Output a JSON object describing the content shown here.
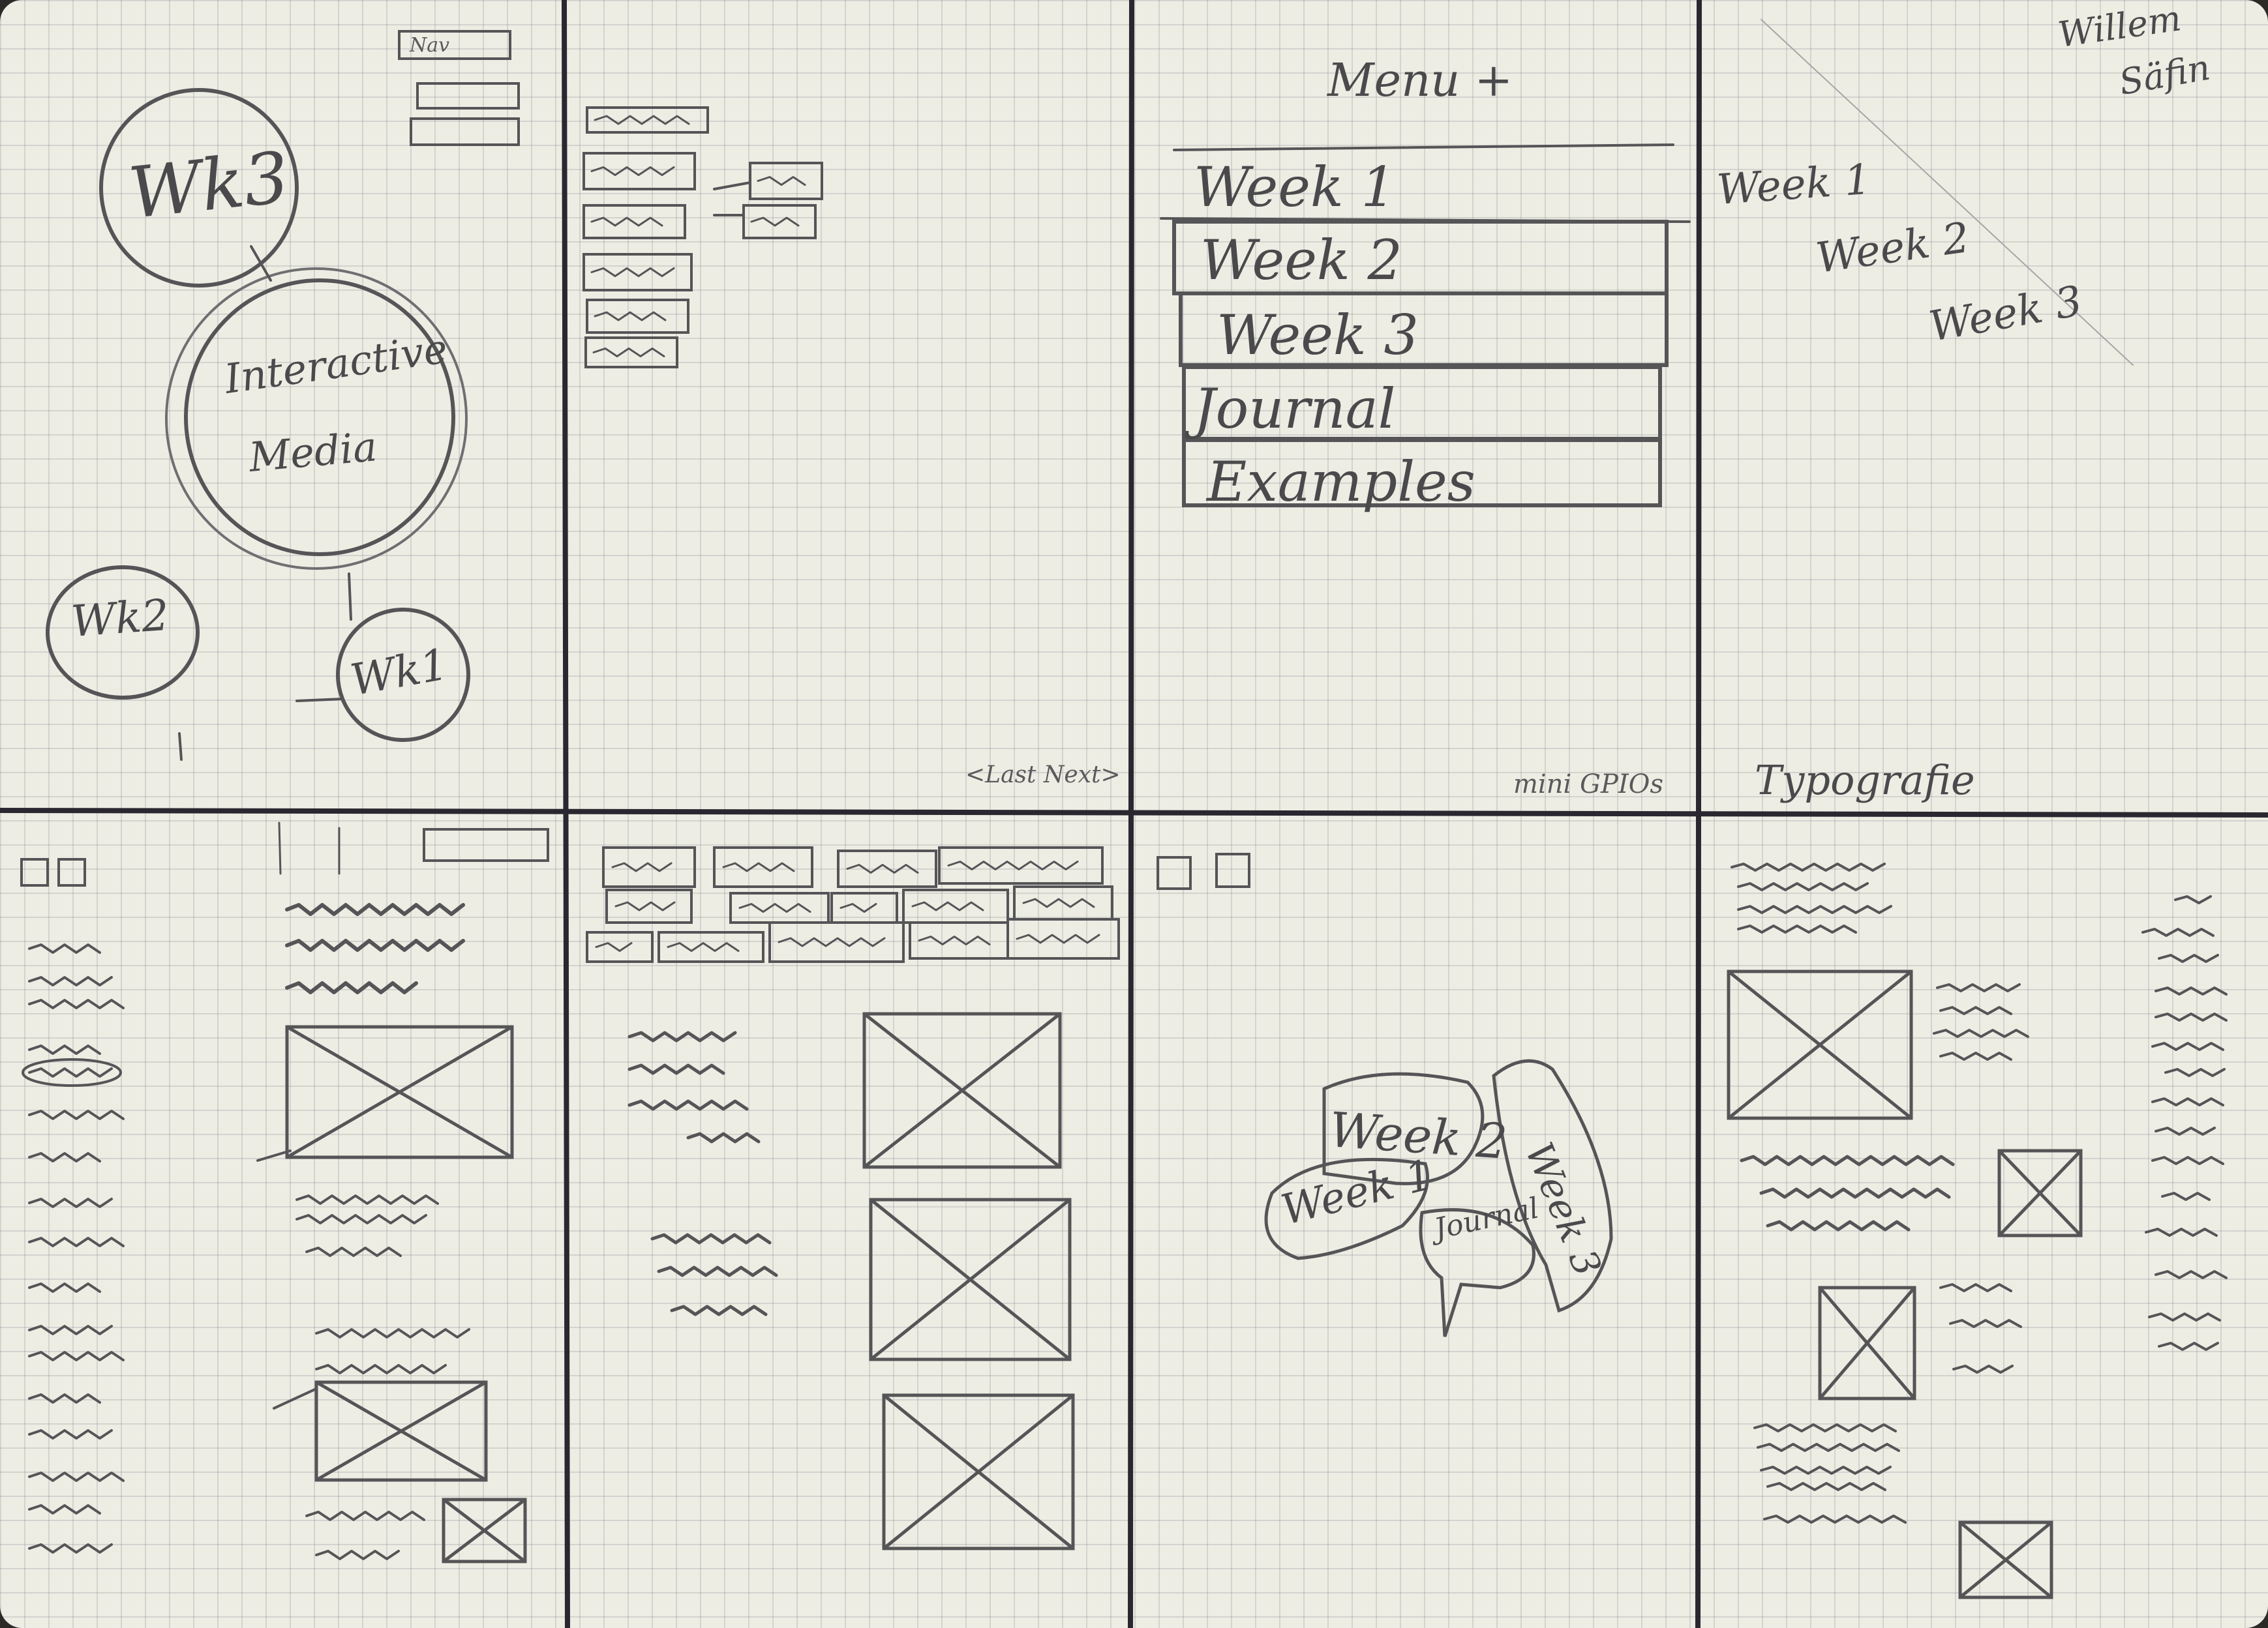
{
  "panel1": {
    "bubble_wk3": "Wk3",
    "bubble_center": [
      "Interactive",
      "Media"
    ],
    "bubble_wk2": "Wk2",
    "bubble_wk1": "Wk1",
    "top_right_box": "Nav"
  },
  "panel2": {
    "footer": "<Last Next>"
  },
  "panel3": {
    "title": "Menu +",
    "items": [
      "Week 1",
      "Week 2",
      "Week 3",
      "Journal",
      "Examples"
    ],
    "footer": "mini GPIOs"
  },
  "panel4": {
    "author": [
      "Willem",
      "Säfin"
    ],
    "items": [
      "Week 1",
      "Week 2",
      "Week 3"
    ],
    "footer": "Typografie"
  },
  "panel7": {
    "bubble_week1": "Week 1",
    "bubble_week2": "Week 2",
    "bubble_week3": "Week 3",
    "bubble_journal": "Journal"
  },
  "colors": {
    "paper": "#eeede4",
    "pencil": "#4a4a4c",
    "grid": "#8c9196"
  }
}
